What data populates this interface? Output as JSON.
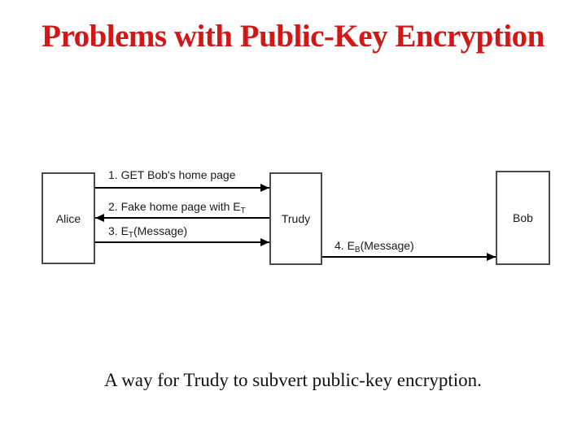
{
  "slide": {
    "title": "Problems with Public-Key Encryption",
    "caption": "A way for Trudy to subvert public-key encryption.",
    "colors": {
      "title_red": "#d21717",
      "line_black": "#000000",
      "box_border_gray": "#4a4a4a",
      "background": "#ffffff"
    }
  },
  "diagram": {
    "actors": [
      {
        "name": "Alice"
      },
      {
        "name": "Trudy"
      },
      {
        "name": "Bob"
      }
    ],
    "messages": [
      {
        "pre": "1. GET Bob's home page",
        "sub": "",
        "post": "",
        "from": "Alice",
        "to": "Trudy",
        "direction": "right"
      },
      {
        "pre": "2. Fake home page with E",
        "sub": "T",
        "post": "",
        "from": "Trudy",
        "to": "Alice",
        "direction": "left"
      },
      {
        "pre": "3. E",
        "sub": "T",
        "post": "(Message)",
        "from": "Alice",
        "to": "Trudy",
        "direction": "right"
      },
      {
        "pre": "4. E",
        "sub": "B",
        "post": "(Message)",
        "from": "Trudy",
        "to": "Bob",
        "direction": "right"
      }
    ]
  }
}
